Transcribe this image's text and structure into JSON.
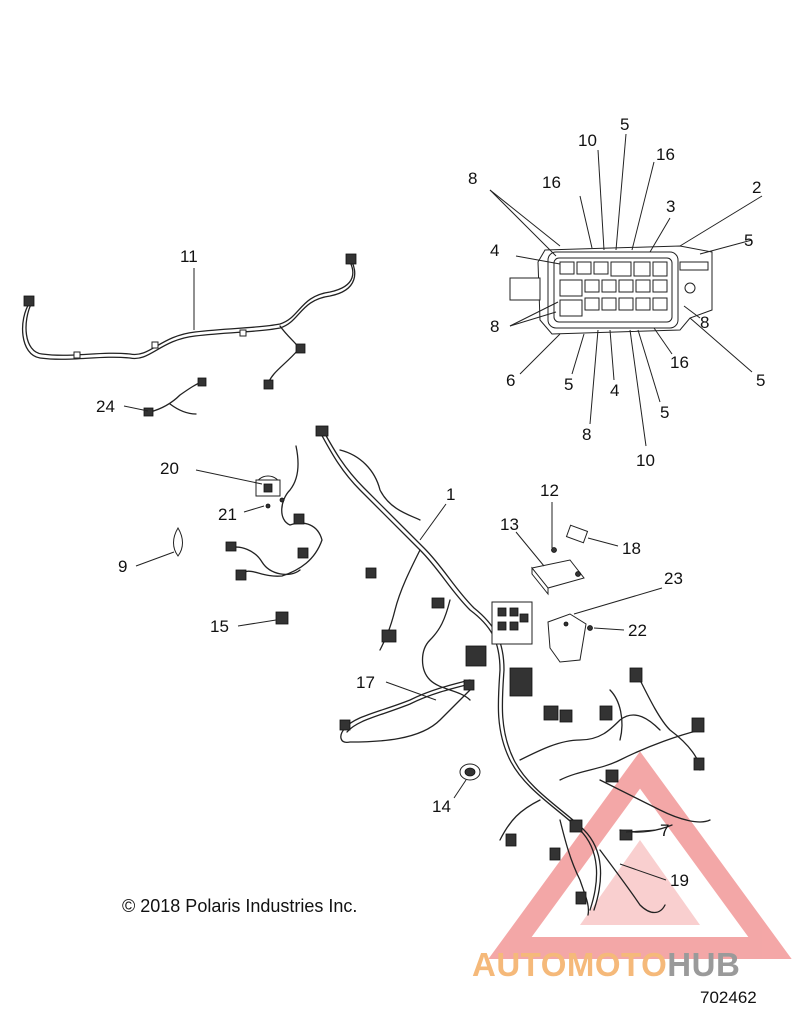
{
  "callouts": [
    {
      "id": "c1",
      "text": "1"
    },
    {
      "id": "c2",
      "text": "2"
    },
    {
      "id": "c3",
      "text": "3"
    },
    {
      "id": "c4a",
      "text": "4"
    },
    {
      "id": "c4b",
      "text": "4"
    },
    {
      "id": "c5a",
      "text": "5"
    },
    {
      "id": "c5b",
      "text": "5"
    },
    {
      "id": "c5c",
      "text": "5"
    },
    {
      "id": "c5d",
      "text": "5"
    },
    {
      "id": "c5e",
      "text": "5"
    },
    {
      "id": "c6",
      "text": "6"
    },
    {
      "id": "c7",
      "text": "7"
    },
    {
      "id": "c8a",
      "text": "8"
    },
    {
      "id": "c8b",
      "text": "8"
    },
    {
      "id": "c8c",
      "text": "8"
    },
    {
      "id": "c8d",
      "text": "8"
    },
    {
      "id": "c9",
      "text": "9"
    },
    {
      "id": "c10a",
      "text": "10"
    },
    {
      "id": "c10b",
      "text": "10"
    },
    {
      "id": "c11",
      "text": "11"
    },
    {
      "id": "c12",
      "text": "12"
    },
    {
      "id": "c13",
      "text": "13"
    },
    {
      "id": "c14",
      "text": "14"
    },
    {
      "id": "c15",
      "text": "15"
    },
    {
      "id": "c16a",
      "text": "16"
    },
    {
      "id": "c16b",
      "text": "16"
    },
    {
      "id": "c16c",
      "text": "16"
    },
    {
      "id": "c17",
      "text": "17"
    },
    {
      "id": "c18",
      "text": "18"
    },
    {
      "id": "c19",
      "text": "19"
    },
    {
      "id": "c20",
      "text": "20"
    },
    {
      "id": "c21",
      "text": "21"
    },
    {
      "id": "c22",
      "text": "22"
    },
    {
      "id": "c23",
      "text": "23"
    },
    {
      "id": "c24",
      "text": "24"
    }
  ],
  "copyright": "© 2018 Polaris Industries Inc.",
  "drawing_number": "702462",
  "watermark": {
    "part1": "AUTOMOTO",
    "part2": "HUB",
    "colors": {
      "triangle": "#f08a8a",
      "text_orange": "#f5b97a",
      "text_gray": "#9a9a9a"
    }
  }
}
